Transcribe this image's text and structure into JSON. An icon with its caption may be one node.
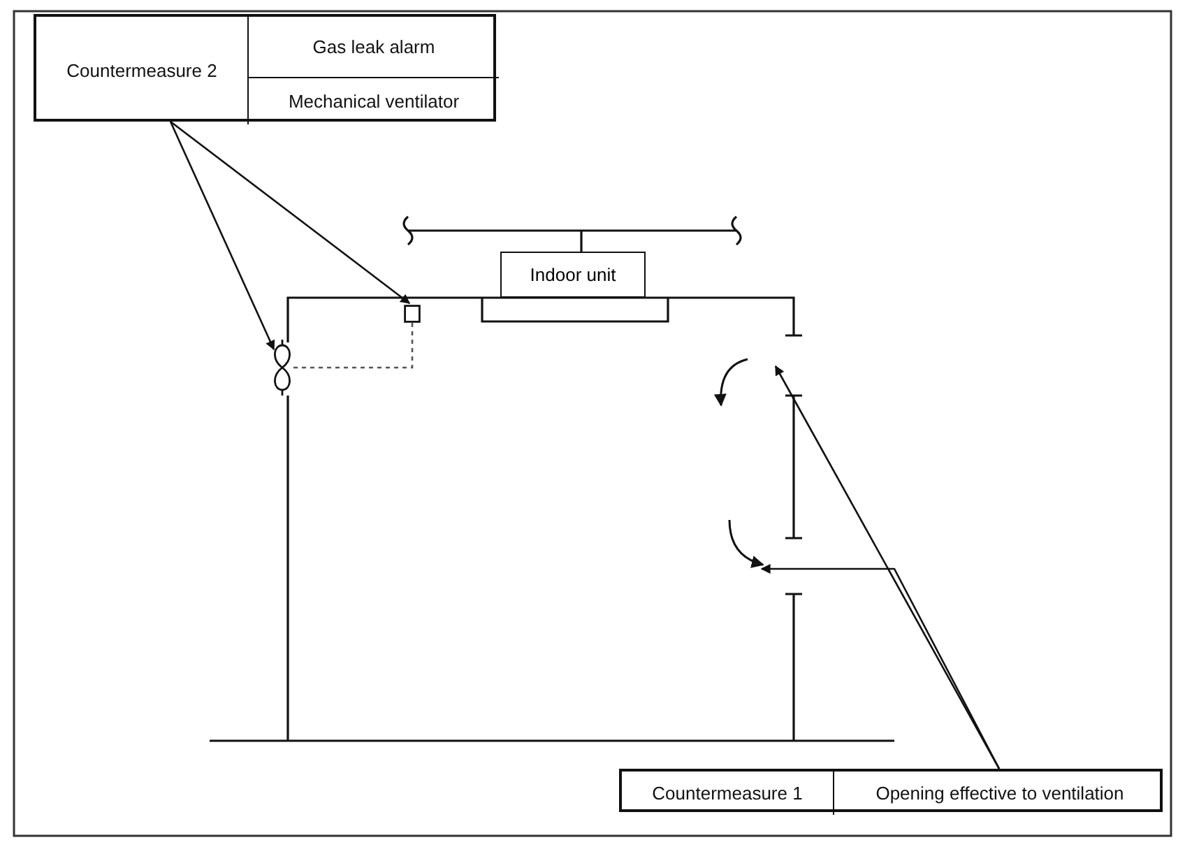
{
  "diagram": {
    "nodes": [
      {
        "text": [
          "Countermeasure 2",
          "Gas leak alarm",
          "Mechanical ventilator"
        ]
      },
      {
        "text": [
          "Indoor unit"
        ]
      },
      {
        "text": [],
        "shape": "fan"
      },
      {
        "text": [],
        "shape": "box"
      },
      {
        "text": [
          "Countermeasure 1",
          "Opening effective to ventilation"
        ]
      }
    ],
    "edges": [
      {
        "from": 0,
        "to": 2,
        "arrow": "to"
      },
      {
        "from": 0,
        "to": 3,
        "arrow": "to"
      },
      {
        "from": 3,
        "to": 2,
        "arrow": "none",
        "style": "dashed"
      },
      {
        "from": 4,
        "to": null,
        "arrow": "to"
      },
      {
        "from": 4,
        "to": null,
        "arrow": "to"
      }
    ]
  }
}
